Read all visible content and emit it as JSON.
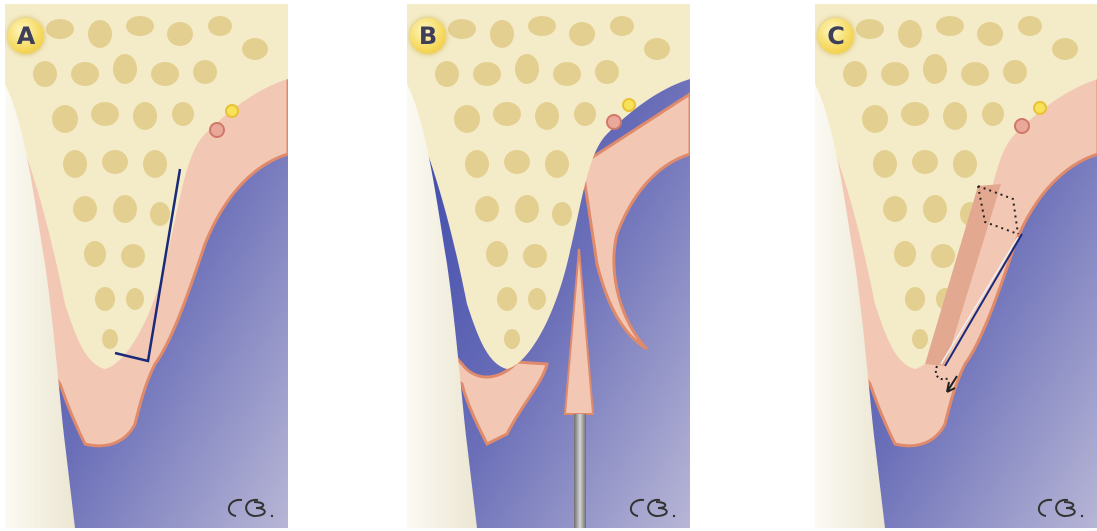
{
  "panels": [
    {
      "label": "A"
    },
    {
      "label": "B"
    },
    {
      "label": "C"
    }
  ],
  "signature": {
    "text": "CB"
  },
  "colors": {
    "bone": "#f3ebc8",
    "marrow": "#e7d59a",
    "tissue": "#f1c8b4",
    "tissue_edge": "#e0846a",
    "sinus": "#4e56a8",
    "tooth": "#f6f3e8",
    "incision_line": "#1a2a7a",
    "instrument": "#9a9a9a"
  }
}
